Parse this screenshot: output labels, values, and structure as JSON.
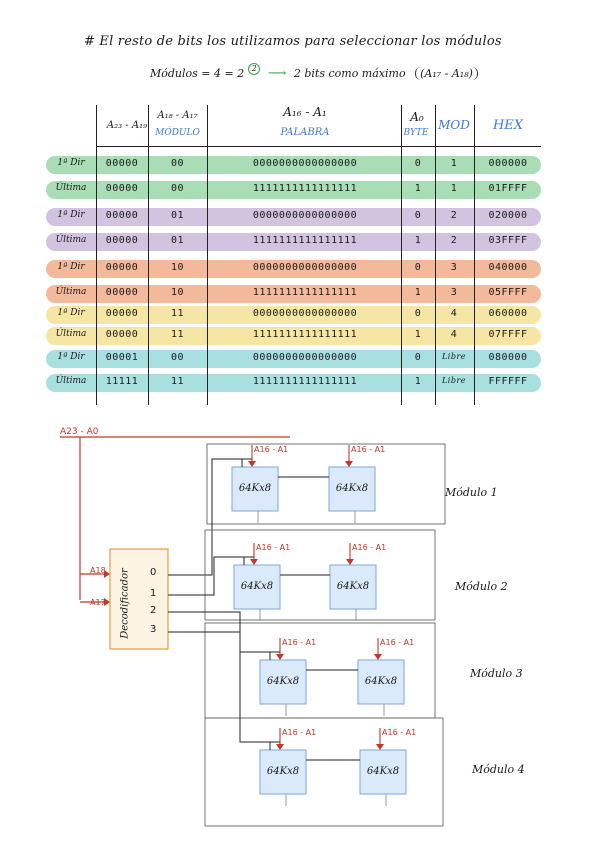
{
  "intro": {
    "sentence": "# El resto de bits los utilizamos para seleccionar los módulos",
    "modules_label": "Módulos = 4 = 2",
    "exponent": "2",
    "result": "2 bits como máximo",
    "range": "(A₁₇ - A₁₈)"
  },
  "table": {
    "headers": {
      "col1": "A₂₃ - A₁₉",
      "col2_top": "A₁₈ - A₁₇",
      "col2_bottom": "MÓDULO",
      "col3_top": "A₁₆ - A₁",
      "col3_bottom": "PALABRA",
      "col4_top": "A₀",
      "col4_bottom": "BYTE",
      "col5": "MOD",
      "col6": "HEX"
    },
    "rows": [
      {
        "label": "1ª Dir",
        "high": "00000",
        "mod": "00",
        "word": "0000000000000000",
        "byte": "0",
        "modnum": "1",
        "hex": "000000",
        "color": "#a8ddb5"
      },
      {
        "label": "Última",
        "high": "00000",
        "mod": "00",
        "word": "1111111111111111",
        "byte": "1",
        "modnum": "1",
        "hex": "01FFFF",
        "color": "#a8ddb5"
      },
      {
        "label": "1ª Dir",
        "high": "00000",
        "mod": "01",
        "word": "0000000000000000",
        "byte": "0",
        "modnum": "2",
        "hex": "020000",
        "color": "#d2c3e0"
      },
      {
        "label": "Última",
        "high": "00000",
        "mod": "01",
        "word": "1111111111111111",
        "byte": "1",
        "modnum": "2",
        "hex": "03FFFF",
        "color": "#d2c3e0"
      },
      {
        "label": "1ª Dir",
        "high": "00000",
        "mod": "10",
        "word": "0000000000000000",
        "byte": "0",
        "modnum": "3",
        "hex": "040000",
        "color": "#f3b99b"
      },
      {
        "label": "Última",
        "high": "00000",
        "mod": "10",
        "word": "1111111111111111",
        "byte": "1",
        "modnum": "3",
        "hex": "05FFFF",
        "color": "#f3b99b"
      },
      {
        "label": "1ª Dir",
        "high": "00000",
        "mod": "11",
        "word": "0000000000000000",
        "byte": "0",
        "modnum": "4",
        "hex": "060000",
        "color": "#f5e6a3"
      },
      {
        "label": "Última",
        "high": "00000",
        "mod": "11",
        "word": "1111111111111111",
        "byte": "1",
        "modnum": "4",
        "hex": "07FFFF",
        "color": "#f5e6a3"
      },
      {
        "label": "1ª Dir",
        "high": "00001",
        "mod": "00",
        "word": "0000000000000000",
        "byte": "0",
        "modnum": "Libre",
        "hex": "080000",
        "color": "#a7e0de"
      },
      {
        "label": "Última",
        "high": "11111",
        "mod": "11",
        "word": "1111111111111111",
        "byte": "1",
        "modnum": "Libre",
        "hex": "FFFFFF",
        "color": "#a7e0de"
      }
    ]
  },
  "diagram": {
    "bus_label": "A23 - A0",
    "decoder_label": "Decodificador",
    "decoder_inputs": [
      "A18",
      "A17"
    ],
    "decoder_outputs": [
      "0",
      "1",
      "2",
      "3"
    ],
    "chip_label": "64Kx8",
    "addr_label": "A16 - A1",
    "modules": [
      "Módulo 1",
      "Módulo 2",
      "Módulo 3",
      "Módulo 4"
    ],
    "colors": {
      "bus": "#c0392b",
      "chip_fill": "#dbeafb",
      "chip_stroke": "#7ea6d8",
      "decoder_fill": "#fdf3e2",
      "decoder_stroke": "#e0a040"
    }
  }
}
